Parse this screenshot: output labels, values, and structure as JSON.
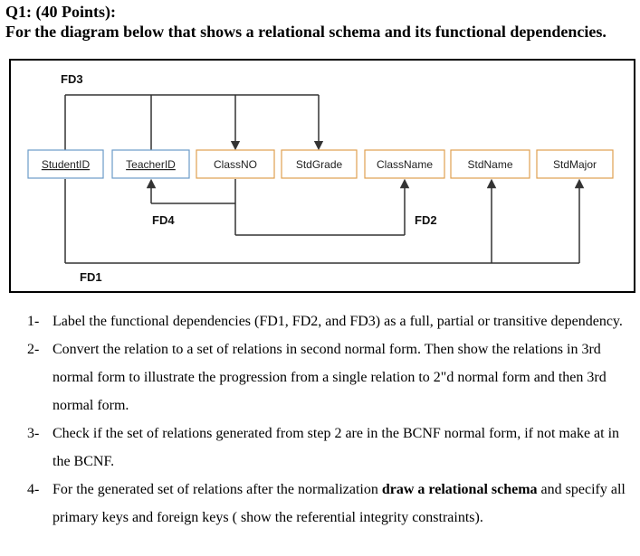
{
  "header": {
    "title": "Q1: (40 Points):",
    "subtitle": "For the diagram below that shows a relational schema and its functional dependencies."
  },
  "diagram": {
    "attributes": [
      "StudentID",
      "TeacherID",
      "ClassNO",
      "StdGrade",
      "ClassName",
      "StdName",
      "StdMajor"
    ],
    "key_attributes": [
      "StudentID",
      "TeacherID"
    ],
    "fd_labels": {
      "fd1": "FD1",
      "fd2": "FD2",
      "fd3": "FD3",
      "fd4": "FD4"
    },
    "colors": {
      "key_border": "#6c9bc8",
      "attr_border": "#e0a050",
      "line": "#333333",
      "frame": "#000000"
    }
  },
  "tasks": [
    {
      "num": "1-",
      "text": "Label the functional dependencies (FD1, FD2, and FD3)  as a full, partial or transitive dependency."
    },
    {
      "num": "2-",
      "text": "Convert the relation to a set of relations in second normal form. Then show the relations in 3rd normal form to illustrate the progression from a single relation to 2\"d normal form and then 3rd normal form."
    },
    {
      "num": "3-",
      "text": "Check if the set of relations generated from step 2 are in the BCNF normal form, if not make at in the BCNF."
    },
    {
      "num": "4-",
      "text_before": "For the generated set of relations after the normalization ",
      "text_bold": "draw a relational schema",
      "text_after": " and specify all primary keys and foreign keys ( show the referential integrity constraints)."
    }
  ]
}
